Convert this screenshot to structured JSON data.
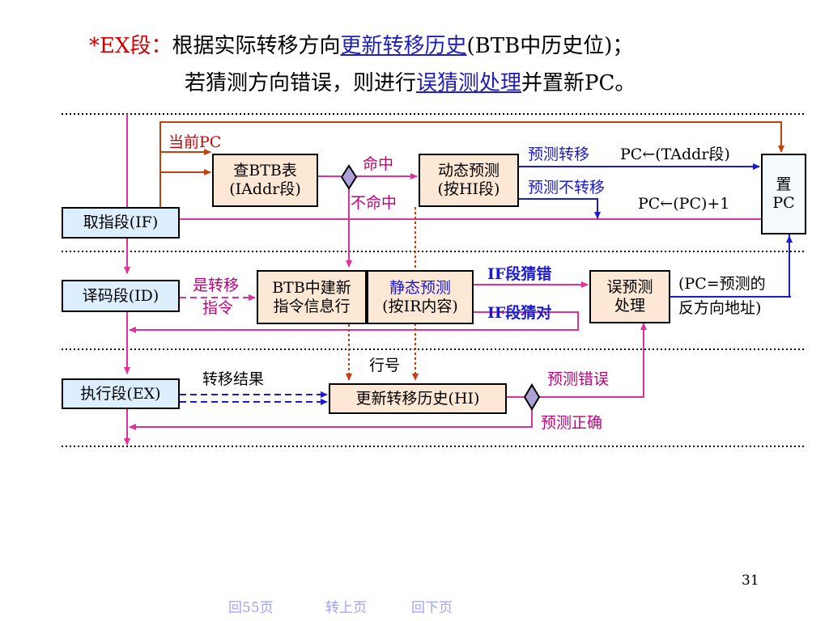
{
  "header": {
    "line1_prefix": "*EX段：",
    "line1_text": "根据实际转移方向",
    "line1_link": "更新转移历史",
    "line1_suffix": "(BTB中历史位)；",
    "line2_text": "若猜测方向错误，则进行",
    "line2_link": "误猜测处理",
    "line2_suffix": "并置新PC。"
  },
  "stages": {
    "if_label": "取指段(IF)",
    "id_label": "译码段(ID)",
    "ex_label": "执行段(EX)"
  },
  "boxes": {
    "btb_lookup_line1": "查BTB表",
    "btb_lookup_line2": "(IAddr段)",
    "dynamic_line1": "动态预测",
    "dynamic_line2": "(按HI段)",
    "set_pc_line1": "置",
    "set_pc_line2": "PC",
    "btb_new_line1": "BTB中建新",
    "btb_new_line2": "指令信息行",
    "static_line1": "静态预测",
    "static_line2": "(按IR内容)",
    "mispredict_line1": "误预测",
    "mispredict_line2": "处理",
    "update_history": "更新转移历史(HI)"
  },
  "labels": {
    "current_pc": "当前PC",
    "hit": "命中",
    "miss": "不命中",
    "predict_taken": "预测转移",
    "pc_taddr": "PC←(TAddr段)",
    "predict_not_taken": "预测不转移",
    "pc_plus1": "PC←(PC)+1",
    "is_branch_line1": "是转移",
    "is_branch_line2": "指令",
    "if_wrong": "IF段猜错",
    "if_right": "IF段猜对",
    "pc_reverse_line1": "(PC=预测的",
    "pc_reverse_line2": "反方向地址)",
    "line_no": "行号",
    "branch_result": "转移结果",
    "predict_error": "预测错误",
    "predict_correct": "预测正确"
  },
  "footer": {
    "back55": "回55页",
    "prev": "转上页",
    "next": "回下页",
    "page_number": "31"
  },
  "colors": {
    "magenta": "#e0309a",
    "blue": "#1a1ad0",
    "brown_red": "#c04010",
    "orange_dotted": "#c04010",
    "peach_fill": "#fde8d6",
    "stage_fill": "#ddeeff"
  }
}
